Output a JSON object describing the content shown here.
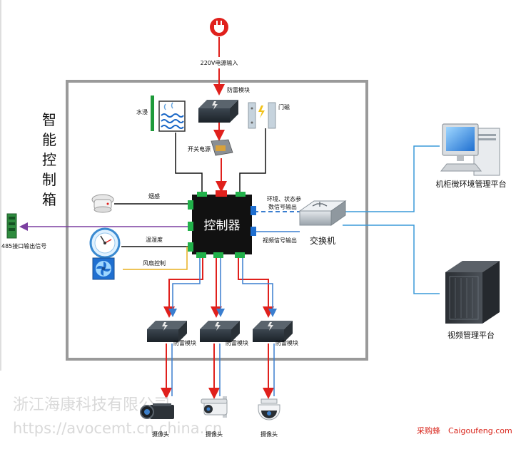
{
  "power": {
    "icon": "power-plug-icon",
    "label": "220V电源输入"
  },
  "cabinet": {
    "title_chars": [
      "智",
      "能",
      "控",
      "制",
      "箱"
    ]
  },
  "controller": {
    "label": "控制器"
  },
  "modules": {
    "top_surge": "防雷模块",
    "psu": "开关电源",
    "water": "水浸",
    "door": "门磁",
    "smoke": "烟感",
    "temp_humidity": "温湿度",
    "fan": "风扇控制",
    "env_output_line1": "环境、状态参",
    "env_output_line2": "数信号输出",
    "video_output": "视频信号输出",
    "bottom_surge": [
      "防雷模块",
      "防雷模块",
      "防雷模块"
    ]
  },
  "left_output": {
    "label": "485接口输出信号"
  },
  "switch": {
    "label": "交换机"
  },
  "platforms": {
    "env": "机柜微环境管理平台",
    "video": "视频管理平台"
  },
  "cameras": [
    "摄像头",
    "摄像头",
    "摄像头"
  ],
  "watermarks": {
    "company": "浙江海康科技有限公司",
    "url": "https://avocemt.cn.china.cn",
    "brand_cn": "采购蜂",
    "brand_en": "Caigoufeng.com"
  },
  "colors": {
    "power_line": "#e0201c",
    "signal_line": "#3a7ecf",
    "platform_line": "#3a9ad9",
    "rs485_line": "#7b3fa0",
    "fan_line": "#e8b020",
    "controller": "#111111",
    "brand": "#d9261c"
  }
}
